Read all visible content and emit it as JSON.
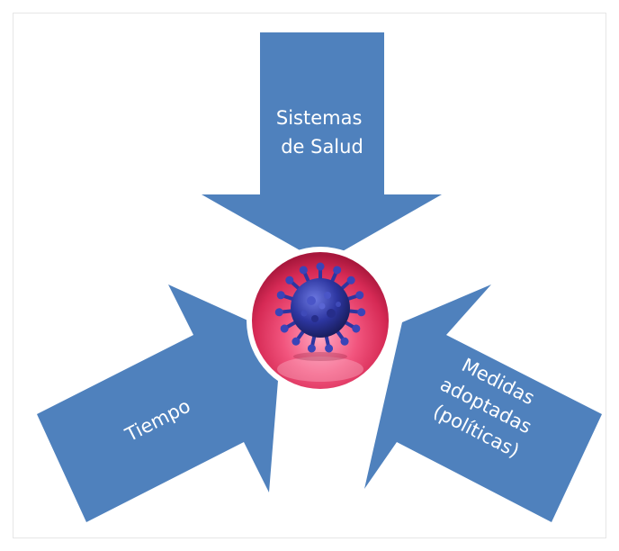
{
  "diagram": {
    "arrows": [
      {
        "id": "top",
        "lines": [
          "Sistemas",
          "de Salud"
        ]
      },
      {
        "id": "left",
        "lines": [
          "Tiempo"
        ]
      },
      {
        "id": "right",
        "lines": [
          "Medidas",
          "adoptadas",
          "(políticas)"
        ]
      }
    ],
    "center": {
      "icon": "virus-icon"
    },
    "colors": {
      "arrow_fill": "#4f81bd",
      "label_text": "#ffffff",
      "sphere_center": "#ff93b4",
      "sphere_edge": "#c91f48",
      "virus_body": "#2a2f8f"
    }
  }
}
